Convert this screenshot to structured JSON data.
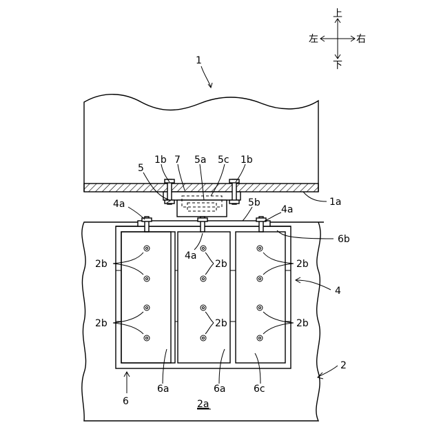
{
  "compass": {
    "up": "上",
    "down": "下",
    "left": "左",
    "right": "右"
  },
  "labels": {
    "l1": "1",
    "l1a": "1a",
    "l1b_left": "1b",
    "l1b_right": "1b",
    "l7": "7",
    "l5": "5",
    "l5a": "5a",
    "l5c": "5c",
    "l5b": "5b",
    "l4a_left": "4a",
    "l4a_right": "4a",
    "l4a_mid": "4a",
    "l6b": "6b",
    "l4": "4",
    "l2b_1": "2b",
    "l2b_2": "2b",
    "l2b_3": "2b",
    "l2b_4": "2b",
    "l2b_5": "2b",
    "l2b_6": "2b",
    "l2": "2",
    "l6": "6",
    "l6a_1": "6a",
    "l6a_2": "6a",
    "l6c": "6c",
    "l2a": "2a"
  }
}
